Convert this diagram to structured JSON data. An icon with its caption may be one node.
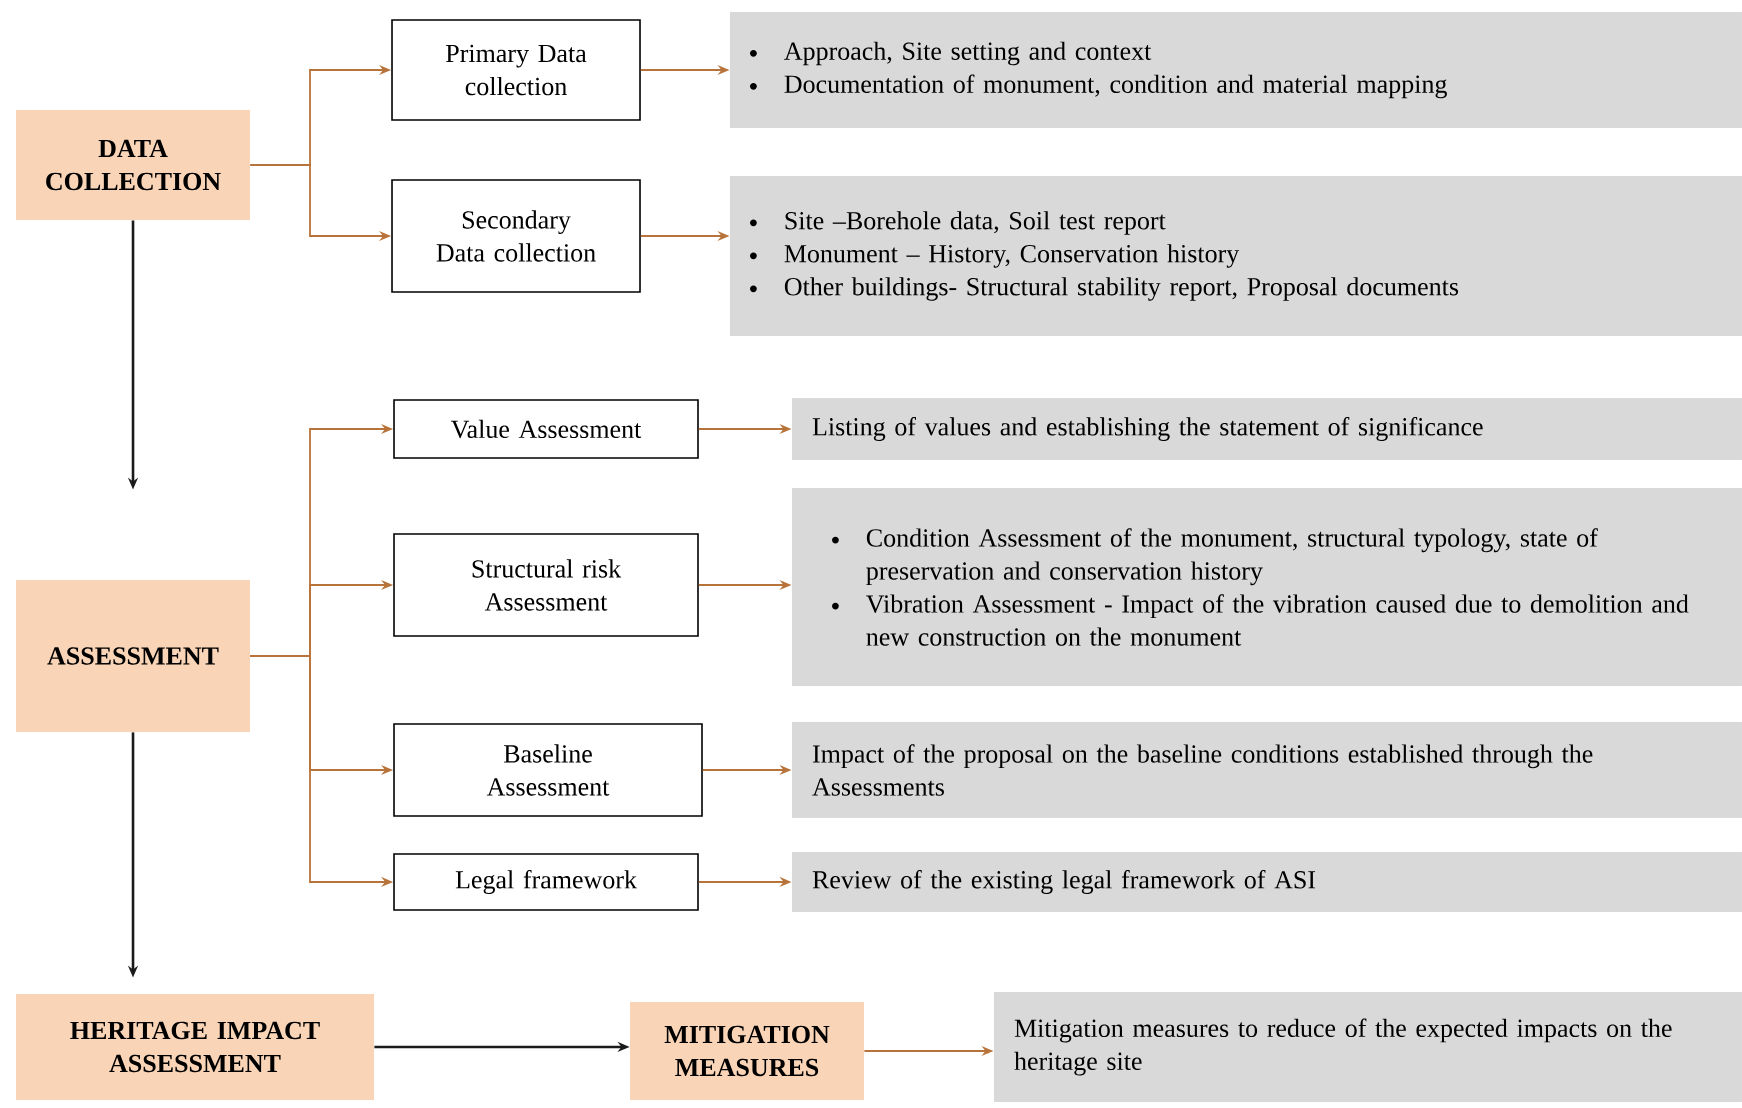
{
  "diagram": {
    "nodes": [
      {
        "text": [
          "DATA COLLECTION"
        ]
      },
      {
        "text": [
          "Primary Data collection"
        ]
      },
      {
        "text": [
          "Approach, Site setting and context",
          "Documentation of monument, condition and material mapping"
        ]
      },
      {
        "text": [
          "Secondary Data collection"
        ]
      },
      {
        "text": [
          "Site –Borehole data, Soil test report",
          "Monument – History, Conservation history",
          "Other buildings- Structural stability report, Proposal documents"
        ]
      },
      {
        "text": [
          "ASSESSMENT"
        ]
      },
      {
        "text": [
          "Value Assessment"
        ]
      },
      {
        "text": [
          "Listing of values and establishing the statement of significance"
        ]
      },
      {
        "text": [
          "Structural risk Assessment"
        ]
      },
      {
        "text": [
          "Condition Assessment of the monument, structural typology, state of preservation and conservation history",
          "Vibration Assessment - Impact of the vibration caused due to demolition and new construction on the monument"
        ]
      },
      {
        "text": [
          "Baseline Assessment"
        ]
      },
      {
        "text": [
          "Impact of the proposal on the baseline conditions established through the Assessments"
        ]
      },
      {
        "text": [
          "Legal framework"
        ]
      },
      {
        "text": [
          "Review of the existing legal framework of ASI"
        ]
      },
      {
        "text": [
          "HERITAGE IMPACT ASSESSMENT"
        ]
      },
      {
        "text": [
          "MITIGATION MEASURES"
        ]
      },
      {
        "text": [
          "Mitigation measures to reduce of the expected impacts on the heritage site"
        ]
      }
    ],
    "edges": [
      {
        "from": 0,
        "to": 1,
        "arrow": "to"
      },
      {
        "from": 0,
        "to": 3,
        "arrow": "to"
      },
      {
        "from": 1,
        "to": 2,
        "arrow": "to"
      },
      {
        "from": 3,
        "to": 4,
        "arrow": "to"
      },
      {
        "from": 0,
        "to": 5,
        "arrow": "to",
        "color": "#1a1a1a"
      },
      {
        "from": 5,
        "to": 6,
        "arrow": "to"
      },
      {
        "from": 5,
        "to": 8,
        "arrow": "to"
      },
      {
        "from": 5,
        "to": 10,
        "arrow": "to"
      },
      {
        "from": 5,
        "to": 12,
        "arrow": "to"
      },
      {
        "from": 6,
        "to": 7,
        "arrow": "to"
      },
      {
        "from": 8,
        "to": 9,
        "arrow": "to"
      },
      {
        "from": 10,
        "to": 11,
        "arrow": "to"
      },
      {
        "from": 12,
        "to": 13,
        "arrow": "to"
      },
      {
        "from": 5,
        "to": 14,
        "arrow": "to",
        "color": "#1a1a1a"
      },
      {
        "from": 14,
        "to": 15,
        "arrow": "to",
        "color": "#1a1a1a"
      },
      {
        "from": 15,
        "to": 16,
        "arrow": "to"
      }
    ]
  }
}
